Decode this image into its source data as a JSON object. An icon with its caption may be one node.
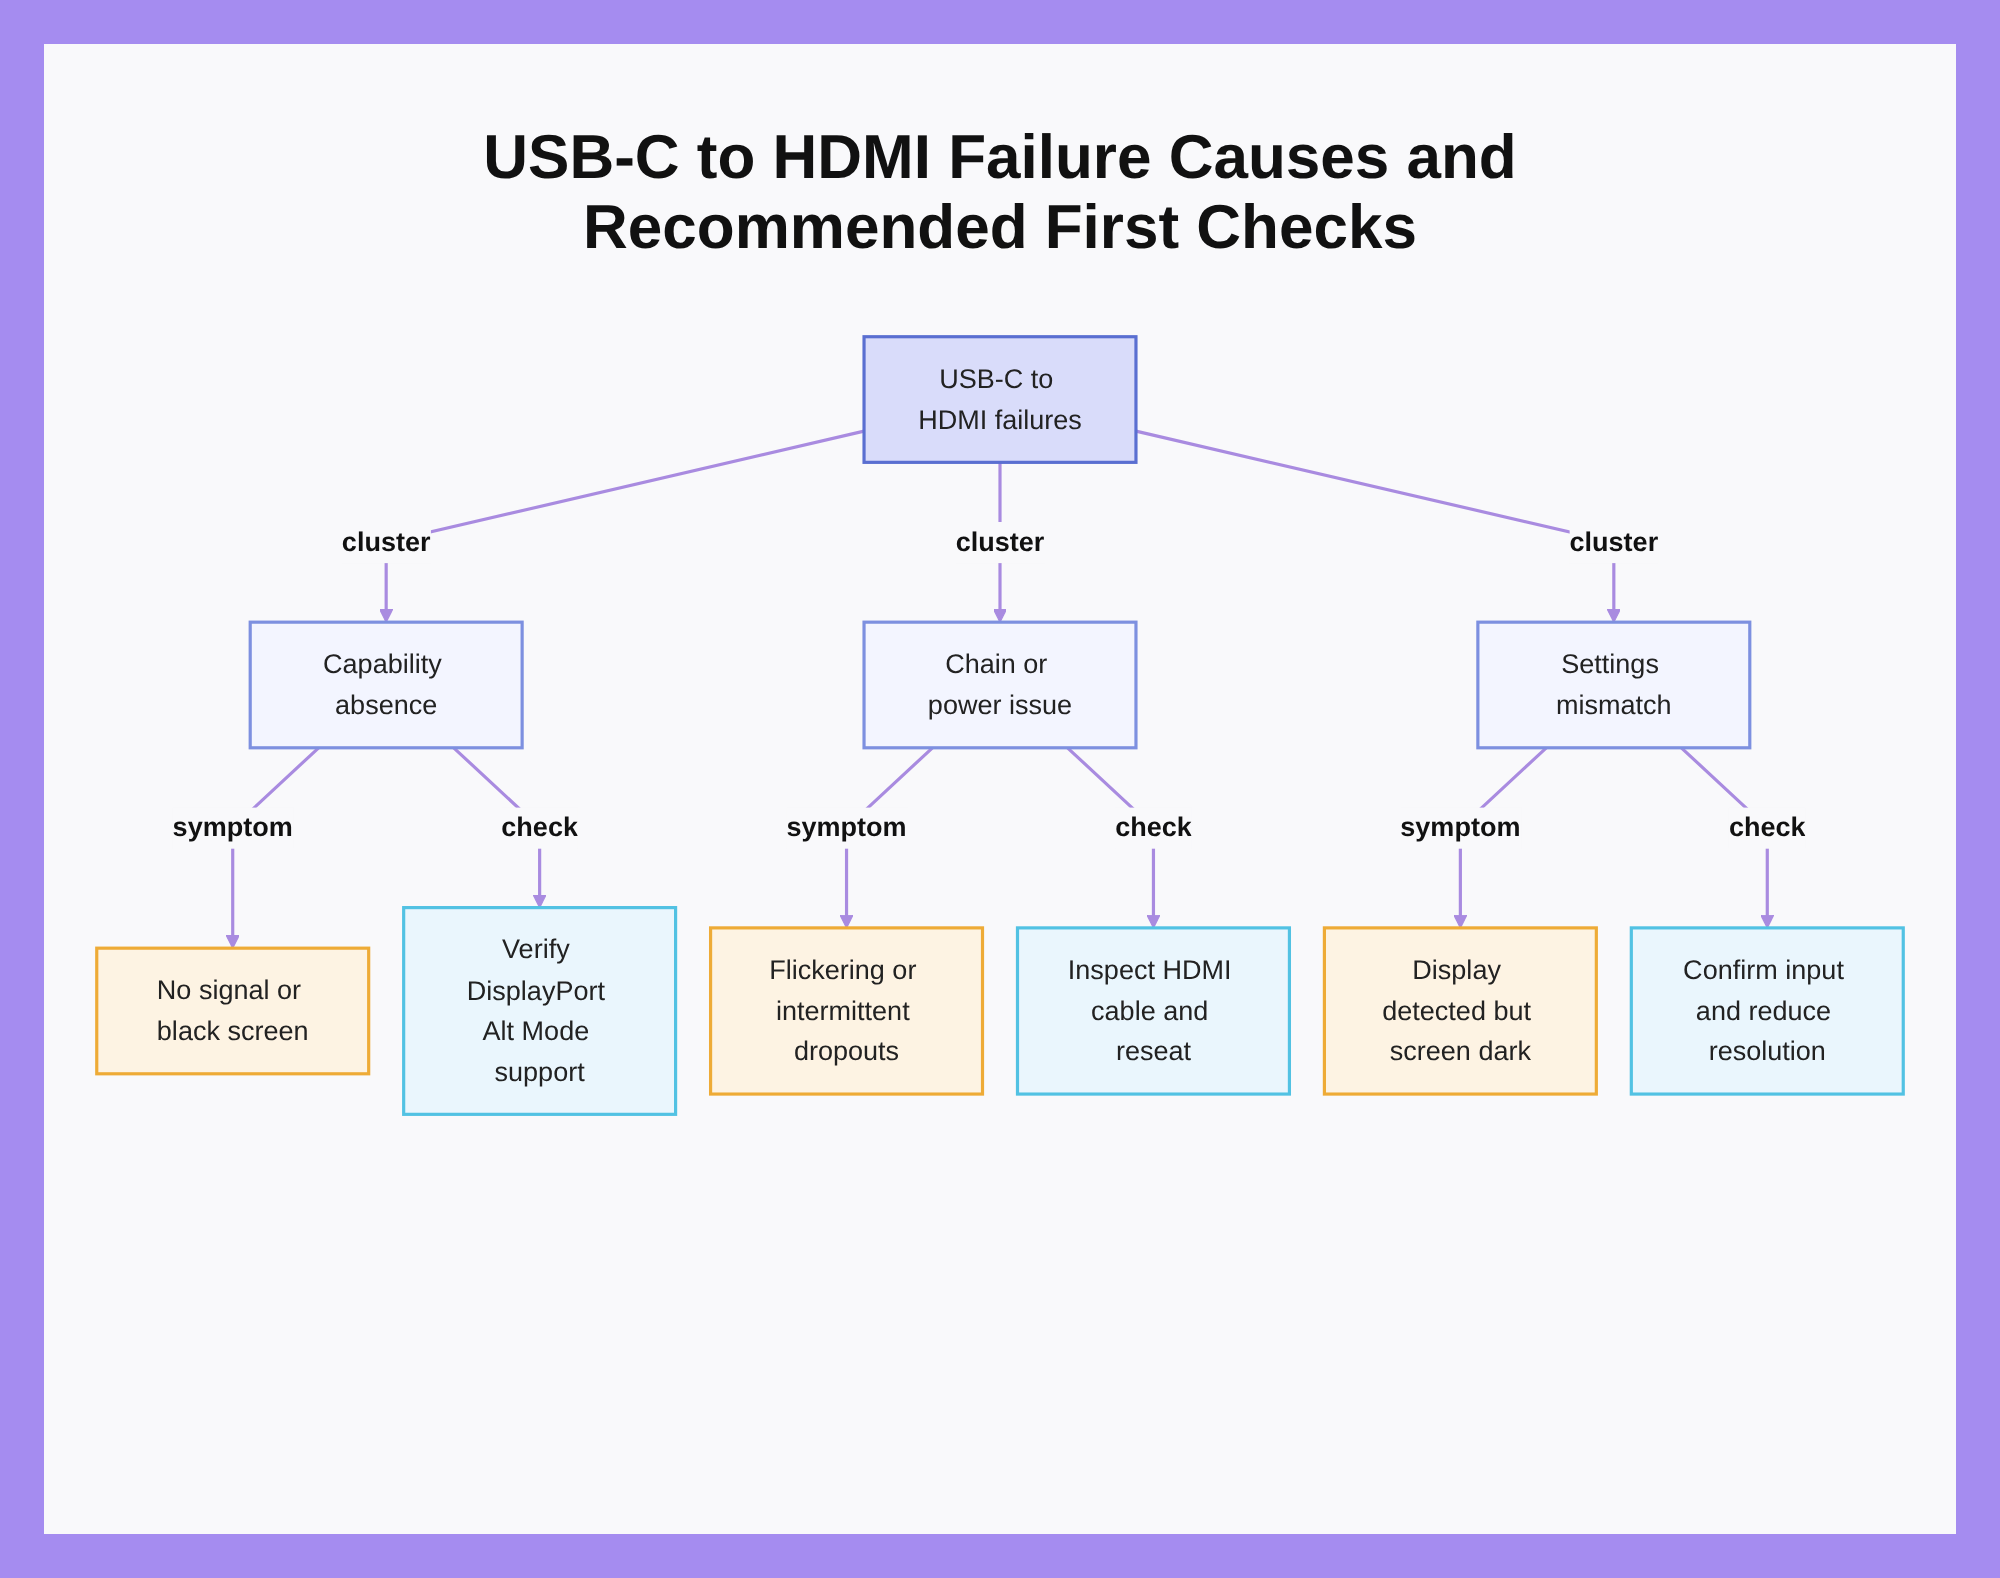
{
  "diagram": {
    "title": "USB-C to HDMI Failure Causes and Recommended First Checks",
    "nodes": [
      {
        "text": [
          "USB-C to HDMI failures"
        ]
      },
      {
        "text": [
          "Capability absence"
        ]
      },
      {
        "text": [
          "Chain or power issue"
        ]
      },
      {
        "text": [
          "Settings mismatch"
        ]
      },
      {
        "text": [
          "No signal or black screen"
        ]
      },
      {
        "text": [
          "Verify DisplayPort Alt Mode support"
        ]
      },
      {
        "text": [
          "Flickering or intermittent dropouts"
        ]
      },
      {
        "text": [
          "Inspect HDMI cable and reseat"
        ]
      },
      {
        "text": [
          "Display detected but screen dark"
        ]
      },
      {
        "text": [
          "Confirm input and reduce resolution"
        ]
      }
    ],
    "edges": [
      {
        "from": 0,
        "to": 1,
        "arrow": "to",
        "label": "cluster"
      },
      {
        "from": 0,
        "to": 2,
        "arrow": "to",
        "label": "cluster"
      },
      {
        "from": 0,
        "to": 3,
        "arrow": "to",
        "label": "cluster"
      },
      {
        "from": 1,
        "to": 4,
        "arrow": "to",
        "label": "symptom"
      },
      {
        "from": 1,
        "to": 5,
        "arrow": "to",
        "label": "check"
      },
      {
        "from": 2,
        "to": 6,
        "arrow": "to",
        "label": "symptom"
      },
      {
        "from": 2,
        "to": 7,
        "arrow": "to",
        "label": "check"
      },
      {
        "from": 3,
        "to": 8,
        "arrow": "to",
        "label": "symptom"
      },
      {
        "from": 3,
        "to": 9,
        "arrow": "to",
        "label": "check"
      }
    ]
  }
}
